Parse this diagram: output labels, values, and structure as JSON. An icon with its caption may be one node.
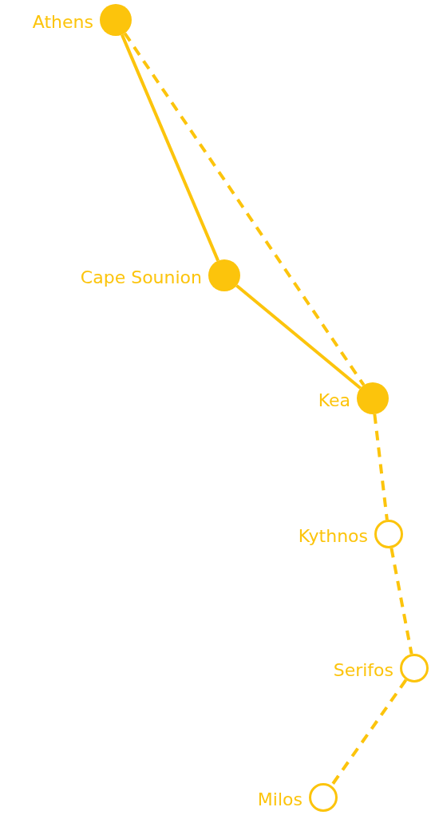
{
  "diagram": {
    "nodes": [
      {
        "text": [],
        "shape": "circle",
        "beside": [
          "Athens"
        ]
      },
      {
        "text": [],
        "shape": "circle",
        "beside": [
          "Cape Sounion"
        ]
      },
      {
        "text": [],
        "shape": "circle",
        "beside": [
          "Kea"
        ]
      },
      {
        "text": [],
        "shape": "ring",
        "beside": [
          "Kythnos"
        ]
      },
      {
        "text": [],
        "shape": "ring",
        "beside": [
          "Serifos"
        ]
      },
      {
        "text": [],
        "shape": "ring",
        "beside": [
          "Milos"
        ]
      }
    ],
    "edges": [
      {
        "from": 0,
        "to": 1,
        "arrow": "none"
      },
      {
        "from": 1,
        "to": 2,
        "arrow": "none"
      },
      {
        "from": 0,
        "to": 2,
        "arrow": "none",
        "style": "dashed"
      },
      {
        "from": 2,
        "to": 3,
        "arrow": "none",
        "style": "dashed"
      },
      {
        "from": 3,
        "to": 4,
        "arrow": "none",
        "style": "dashed"
      },
      {
        "from": 4,
        "to": 5,
        "arrow": "none",
        "style": "dashed"
      }
    ]
  }
}
